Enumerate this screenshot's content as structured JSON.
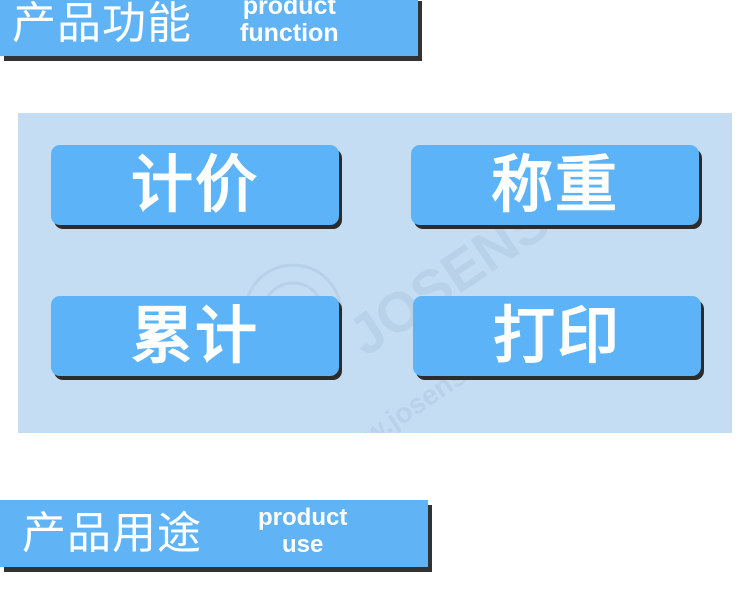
{
  "top_banner": {
    "title_zh": "产品功能",
    "title_en_line1": "product",
    "title_en_line2": "function"
  },
  "feature_buttons": [
    {
      "label": "计价"
    },
    {
      "label": "称重"
    },
    {
      "label": "累计"
    },
    {
      "label": "打印"
    }
  ],
  "watermark": {
    "brand_text": "JOSENSE",
    "url_text": "www.josense.com"
  },
  "bottom_banner": {
    "title_zh": "产品用途",
    "title_en_line1": "product",
    "title_en_line2": "use"
  },
  "colors": {
    "banner_blue": "#60b4f6",
    "panel_light_blue": "#c5ddf2",
    "button_blue": "#5cb3f7",
    "shadow_dark": "#2c2c2c",
    "text_white": "#ffffff"
  }
}
